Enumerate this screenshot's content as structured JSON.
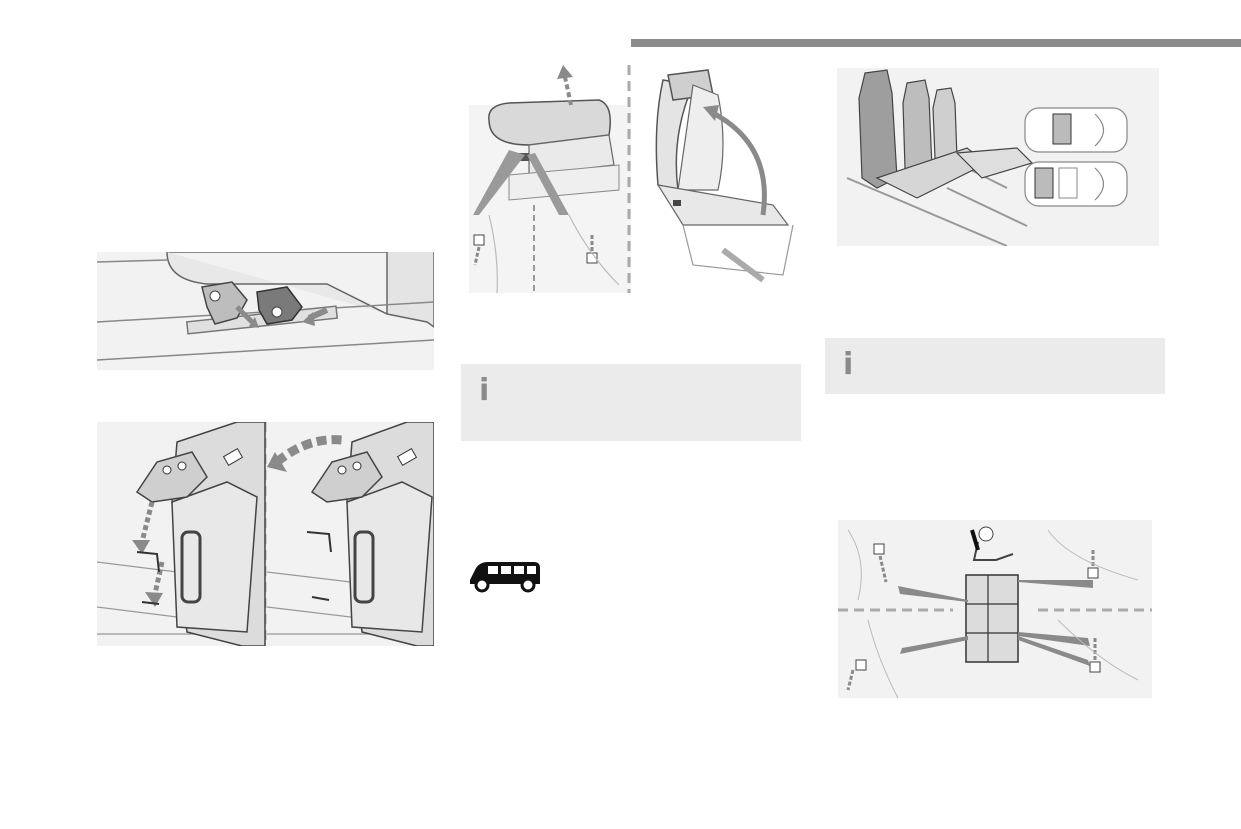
{
  "page": {
    "background": "#ffffff",
    "accent_rule_color": "#8c8c8c",
    "info_box_color": "#ebebeb",
    "arrow_color": "#8a8a8a"
  },
  "info_notes": [
    {
      "icon": "info-icon",
      "glyph": "i"
    },
    {
      "icon": "info-icon",
      "glyph": "i"
    }
  ],
  "vehicle_badge": {
    "icon": "van-icon"
  },
  "figures": [
    {
      "name": "seat-rail-lock-figure"
    },
    {
      "name": "seat-fold-sequence-figure"
    },
    {
      "name": "armrest-lift-figure"
    },
    {
      "name": "seat-backrest-tilt-figure"
    },
    {
      "name": "bench-seat-layout-figure"
    },
    {
      "name": "rear-seat-release-diagram"
    }
  ]
}
